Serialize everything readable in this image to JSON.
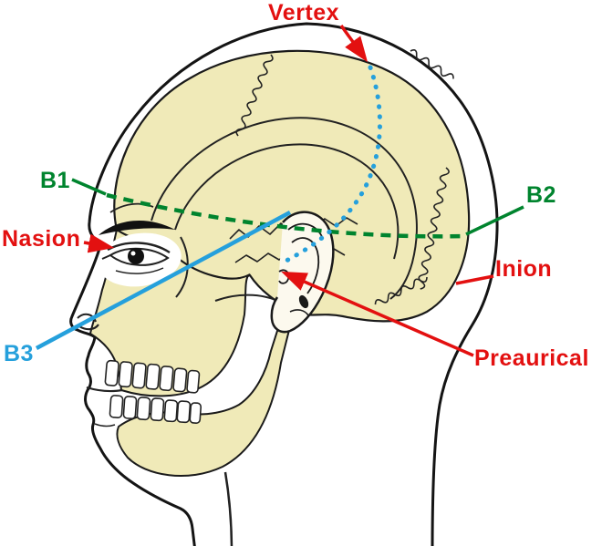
{
  "labels": {
    "vertex": "Vertex",
    "b1": "B1",
    "b2": "B2",
    "b3": "B3",
    "nasion": "Nasion",
    "inion": "Inion",
    "preaurical": "Preaurical"
  },
  "colors": {
    "red": "#e31010",
    "green": "#00842e",
    "blue": "#25a0dc",
    "skull_fill": "#f0eab8",
    "outline": "#1a1a1a",
    "background": "#ffffff"
  }
}
